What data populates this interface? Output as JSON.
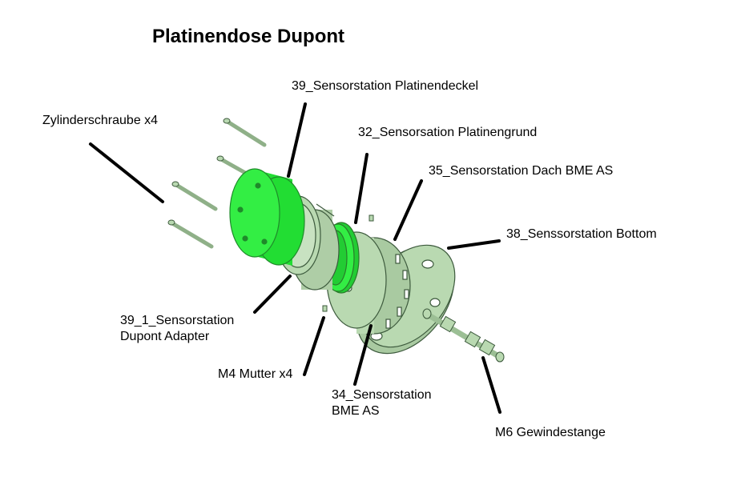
{
  "title": "Platinendose Dupont",
  "labels": {
    "platinendeckel": "39_Sensorstation Platinendeckel",
    "zylinderschraube": "Zylinderschraube x4",
    "platinengrund": "32_Sensorsation Platinengrund",
    "dach": "35_Sensorstation Dach BME AS",
    "bottom": "38_Senssorstation Bottom",
    "adapter_line1": "39_1_Sensorstation",
    "adapter_line2": "Dupont Adapter",
    "mutter": "M4 Mutter x4",
    "bme_line1": "34_Sensorstation",
    "bme_line2": "BME AS",
    "gewindestange": "M6 Gewindestange"
  },
  "colors": {
    "part_green": "#b9d9b1",
    "highlight_green": "#33ee44",
    "outline": "#3d5a3d",
    "leader": "#000000"
  }
}
